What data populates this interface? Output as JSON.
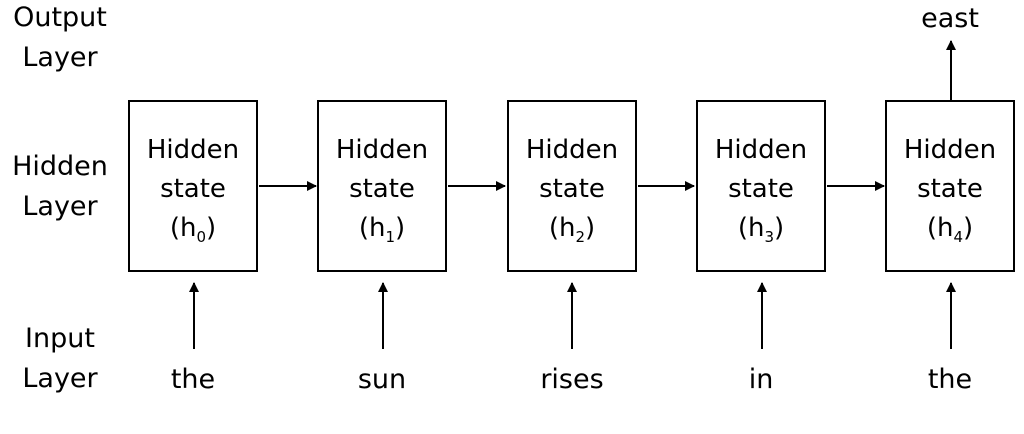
{
  "layers": {
    "output": [
      "Output",
      "Layer"
    ],
    "hidden": [
      "Hidden",
      "Layer"
    ],
    "input": [
      "Input",
      "Layer"
    ]
  },
  "hidden_states": [
    {
      "line1": "Hidden",
      "line2": "state",
      "open": "(h",
      "sub": "0",
      "close": ")"
    },
    {
      "line1": "Hidden",
      "line2": "state",
      "open": "(h",
      "sub": "1",
      "close": ")"
    },
    {
      "line1": "Hidden",
      "line2": "state",
      "open": "(h",
      "sub": "2",
      "close": ")"
    },
    {
      "line1": "Hidden",
      "line2": "state",
      "open": "(h",
      "sub": "3",
      "close": ")"
    },
    {
      "line1": "Hidden",
      "line2": "state",
      "open": "(h",
      "sub": "4",
      "close": ")"
    }
  ],
  "input_words": [
    "the",
    "sun",
    "rises",
    "in",
    "the"
  ],
  "output_word": "east"
}
